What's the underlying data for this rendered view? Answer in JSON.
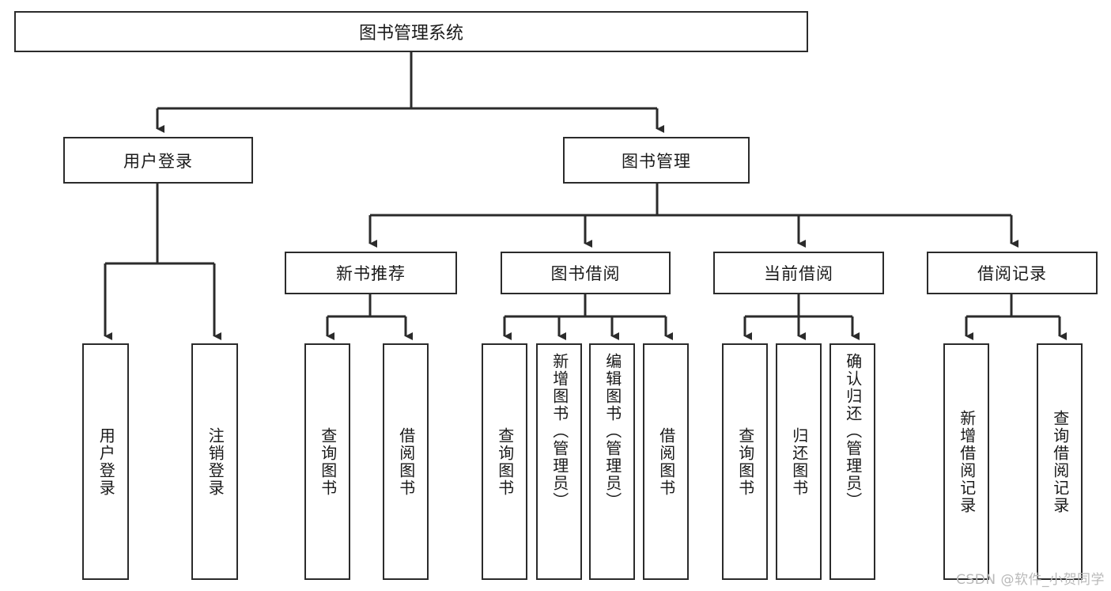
{
  "diagram": {
    "title": "图书管理系统",
    "watermark": "CSDN @软件_小贺同学",
    "root": {
      "label": "图书管理系统"
    },
    "level2": [
      {
        "label": "用户登录"
      },
      {
        "label": "图书管理"
      }
    ],
    "level3": [
      {
        "label": "新书推荐"
      },
      {
        "label": "图书借阅"
      },
      {
        "label": "当前借阅"
      },
      {
        "label": "借阅记录"
      }
    ],
    "leaves": [
      {
        "label": "用户登录",
        "parent": "用户登录"
      },
      {
        "label": "注销登录",
        "parent": "用户登录"
      },
      {
        "label": "查询图书",
        "parent": "新书推荐"
      },
      {
        "label": "借阅图书",
        "parent": "新书推荐"
      },
      {
        "label": "查询图书",
        "parent": "图书借阅"
      },
      {
        "label": "新增图书（管理员）",
        "parent": "图书借阅"
      },
      {
        "label": "编辑图书（管理员）",
        "parent": "图书借阅"
      },
      {
        "label": "借阅图书",
        "parent": "图书借阅"
      },
      {
        "label": "查询图书",
        "parent": "当前借阅"
      },
      {
        "label": "归还图书",
        "parent": "当前借阅"
      },
      {
        "label": "确认归还（管理员）",
        "parent": "当前借阅"
      },
      {
        "label": "新增借阅记录",
        "parent": "借阅记录"
      },
      {
        "label": "查询借阅记录",
        "parent": "借阅记录"
      }
    ],
    "colors": {
      "stroke": "#2b2b2b",
      "fill": "#ffffff",
      "text": "#1a1a1a",
      "watermark": "#b9b9b9"
    }
  }
}
